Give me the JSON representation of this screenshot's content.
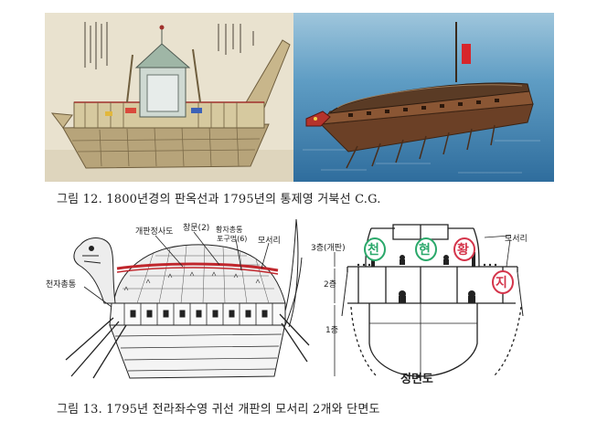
{
  "figure12": {
    "caption": "그림 12. 1800년경의 판옥선과 1795년의 통제영 거북선 C.G."
  },
  "figure13": {
    "caption": "그림 13. 1795년 전라좌수영 귀선 개판의 모서리 2개와 단면도",
    "left_labels": {
      "gaepan_sado": "개판정사도",
      "changmun": "창문(2)",
      "hwangja": "황자총통",
      "pogubang": "포구멍(6)",
      "moseori": "모서리",
      "cheonja": "천자총통"
    },
    "right_labels": {
      "floor3": "3층(개판)",
      "floor2": "2층",
      "floor1": "1층",
      "moseori": "모서리",
      "view_title": "정면도",
      "char_cheon": "천",
      "char_hyeon": "현",
      "char_hwang": "황",
      "char_ji": "지"
    }
  },
  "colors": {
    "cheon": "#2aa86a",
    "hyeon": "#2aa86a",
    "hwang": "#d4344a",
    "ji": "#d4344a",
    "red_band": "#c0272d"
  }
}
